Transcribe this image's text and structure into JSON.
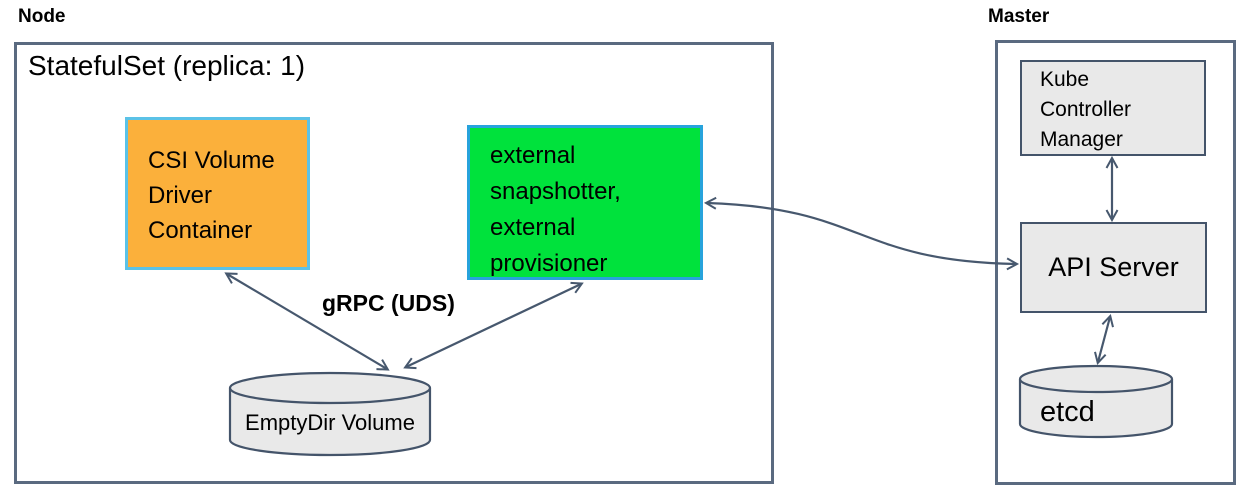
{
  "node_panel": {
    "label": "Node",
    "title": "StatefulSet (replica: 1)",
    "csi_driver_box": "CSI Volume\nDriver\nContainer",
    "sidecar_box": "external\nsnapshotter,\nexternal\nprovisioner",
    "grpc_edge_label": "gRPC (UDS)",
    "emptydir_cylinder_label": "EmptyDir Volume"
  },
  "master_panel": {
    "label": "Master",
    "kube_controller_manager_box": "Kube\nController\nManager",
    "api_server_box": "API Server",
    "etcd_cylinder_label": "etcd"
  },
  "colors": {
    "arrow": "#47586E",
    "inner_box_border": "#44546A",
    "panel_border": "#5A6A80",
    "csi_box_fill": "#FBB03B",
    "csi_box_border": "#5BC2E7",
    "sidecar_box_fill": "#00E23C",
    "sidecar_box_border": "#27A3DC",
    "cylinder_fill": "#E9E9E9"
  }
}
